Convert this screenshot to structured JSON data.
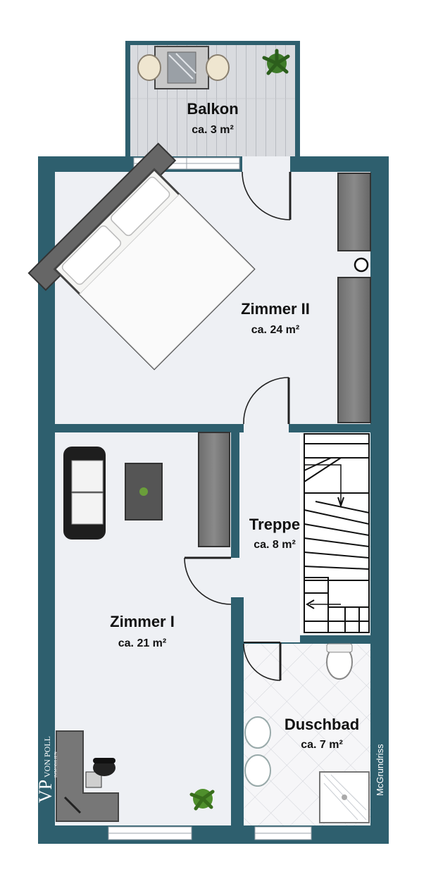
{
  "colors": {
    "wall": "#2e5f6e",
    "floor": "#eef0f4",
    "balcony_deck": "#d6d8dc",
    "tile": "#f4f4f6",
    "furniture_dark": "#5a5a5a",
    "bedding": "#f7f7f5"
  },
  "rooms": {
    "balkon": {
      "name": "Balkon",
      "area": "ca. 3 m²"
    },
    "zimmer2": {
      "name": "Zimmer II",
      "area": "ca. 24 m²"
    },
    "treppe": {
      "name": "Treppe",
      "area": "ca. 8 m²"
    },
    "zimmer1": {
      "name": "Zimmer I",
      "area": "ca. 21 m²"
    },
    "duschbad": {
      "name": "Duschbad",
      "area": "ca. 7 m²"
    }
  },
  "branding": {
    "logo_letters": "VP",
    "logo_name": "VON POLL",
    "logo_sub": "IMMOBILIEN",
    "credit": "McGrundriss"
  },
  "icons": [
    "bed-icon",
    "sofa-icon",
    "coffee-table-icon",
    "plant-icon",
    "desk-icon",
    "office-chair-icon",
    "toilet-icon",
    "sink-icon",
    "shower-icon",
    "dining-table-icon",
    "wardrobe-icon",
    "staircase-icon"
  ]
}
